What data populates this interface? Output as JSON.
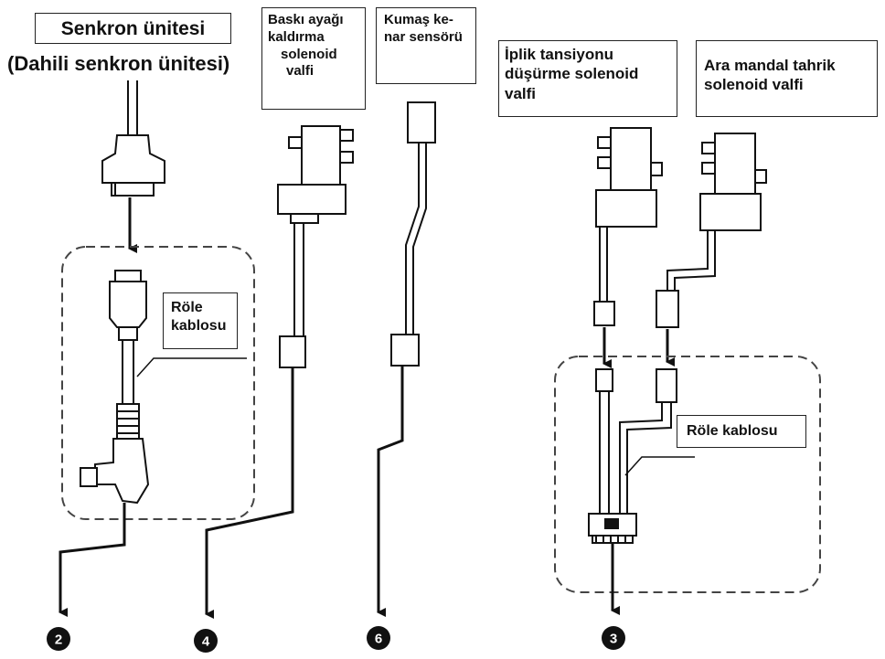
{
  "labels": {
    "sync_unit": "Senkron ünitesi",
    "internal_sync_unit": "(Dahili senkron ünitesi)",
    "presser_foot_solenoid": [
      "Baskı ayağı",
      "kaldırma",
      "solenoid",
      "valfi"
    ],
    "fabric_edge_sensor": [
      "Kumaş ke-",
      "nar sensörü"
    ],
    "thread_tension_solenoid": [
      "İplik tansiyonu",
      "düşürme solenoid",
      "valfi"
    ],
    "intermediate_latch_solenoid": [
      "Ara mandal tahrik",
      "solenoid valfi"
    ],
    "relay_cable_left": [
      "Röle",
      "kablosu"
    ],
    "relay_cable_right": "Röle kablosu"
  },
  "badges": [
    "2",
    "4",
    "6",
    "3"
  ],
  "colors": {
    "line": "#111111",
    "dash": "#444444",
    "badge": "#111111"
  }
}
